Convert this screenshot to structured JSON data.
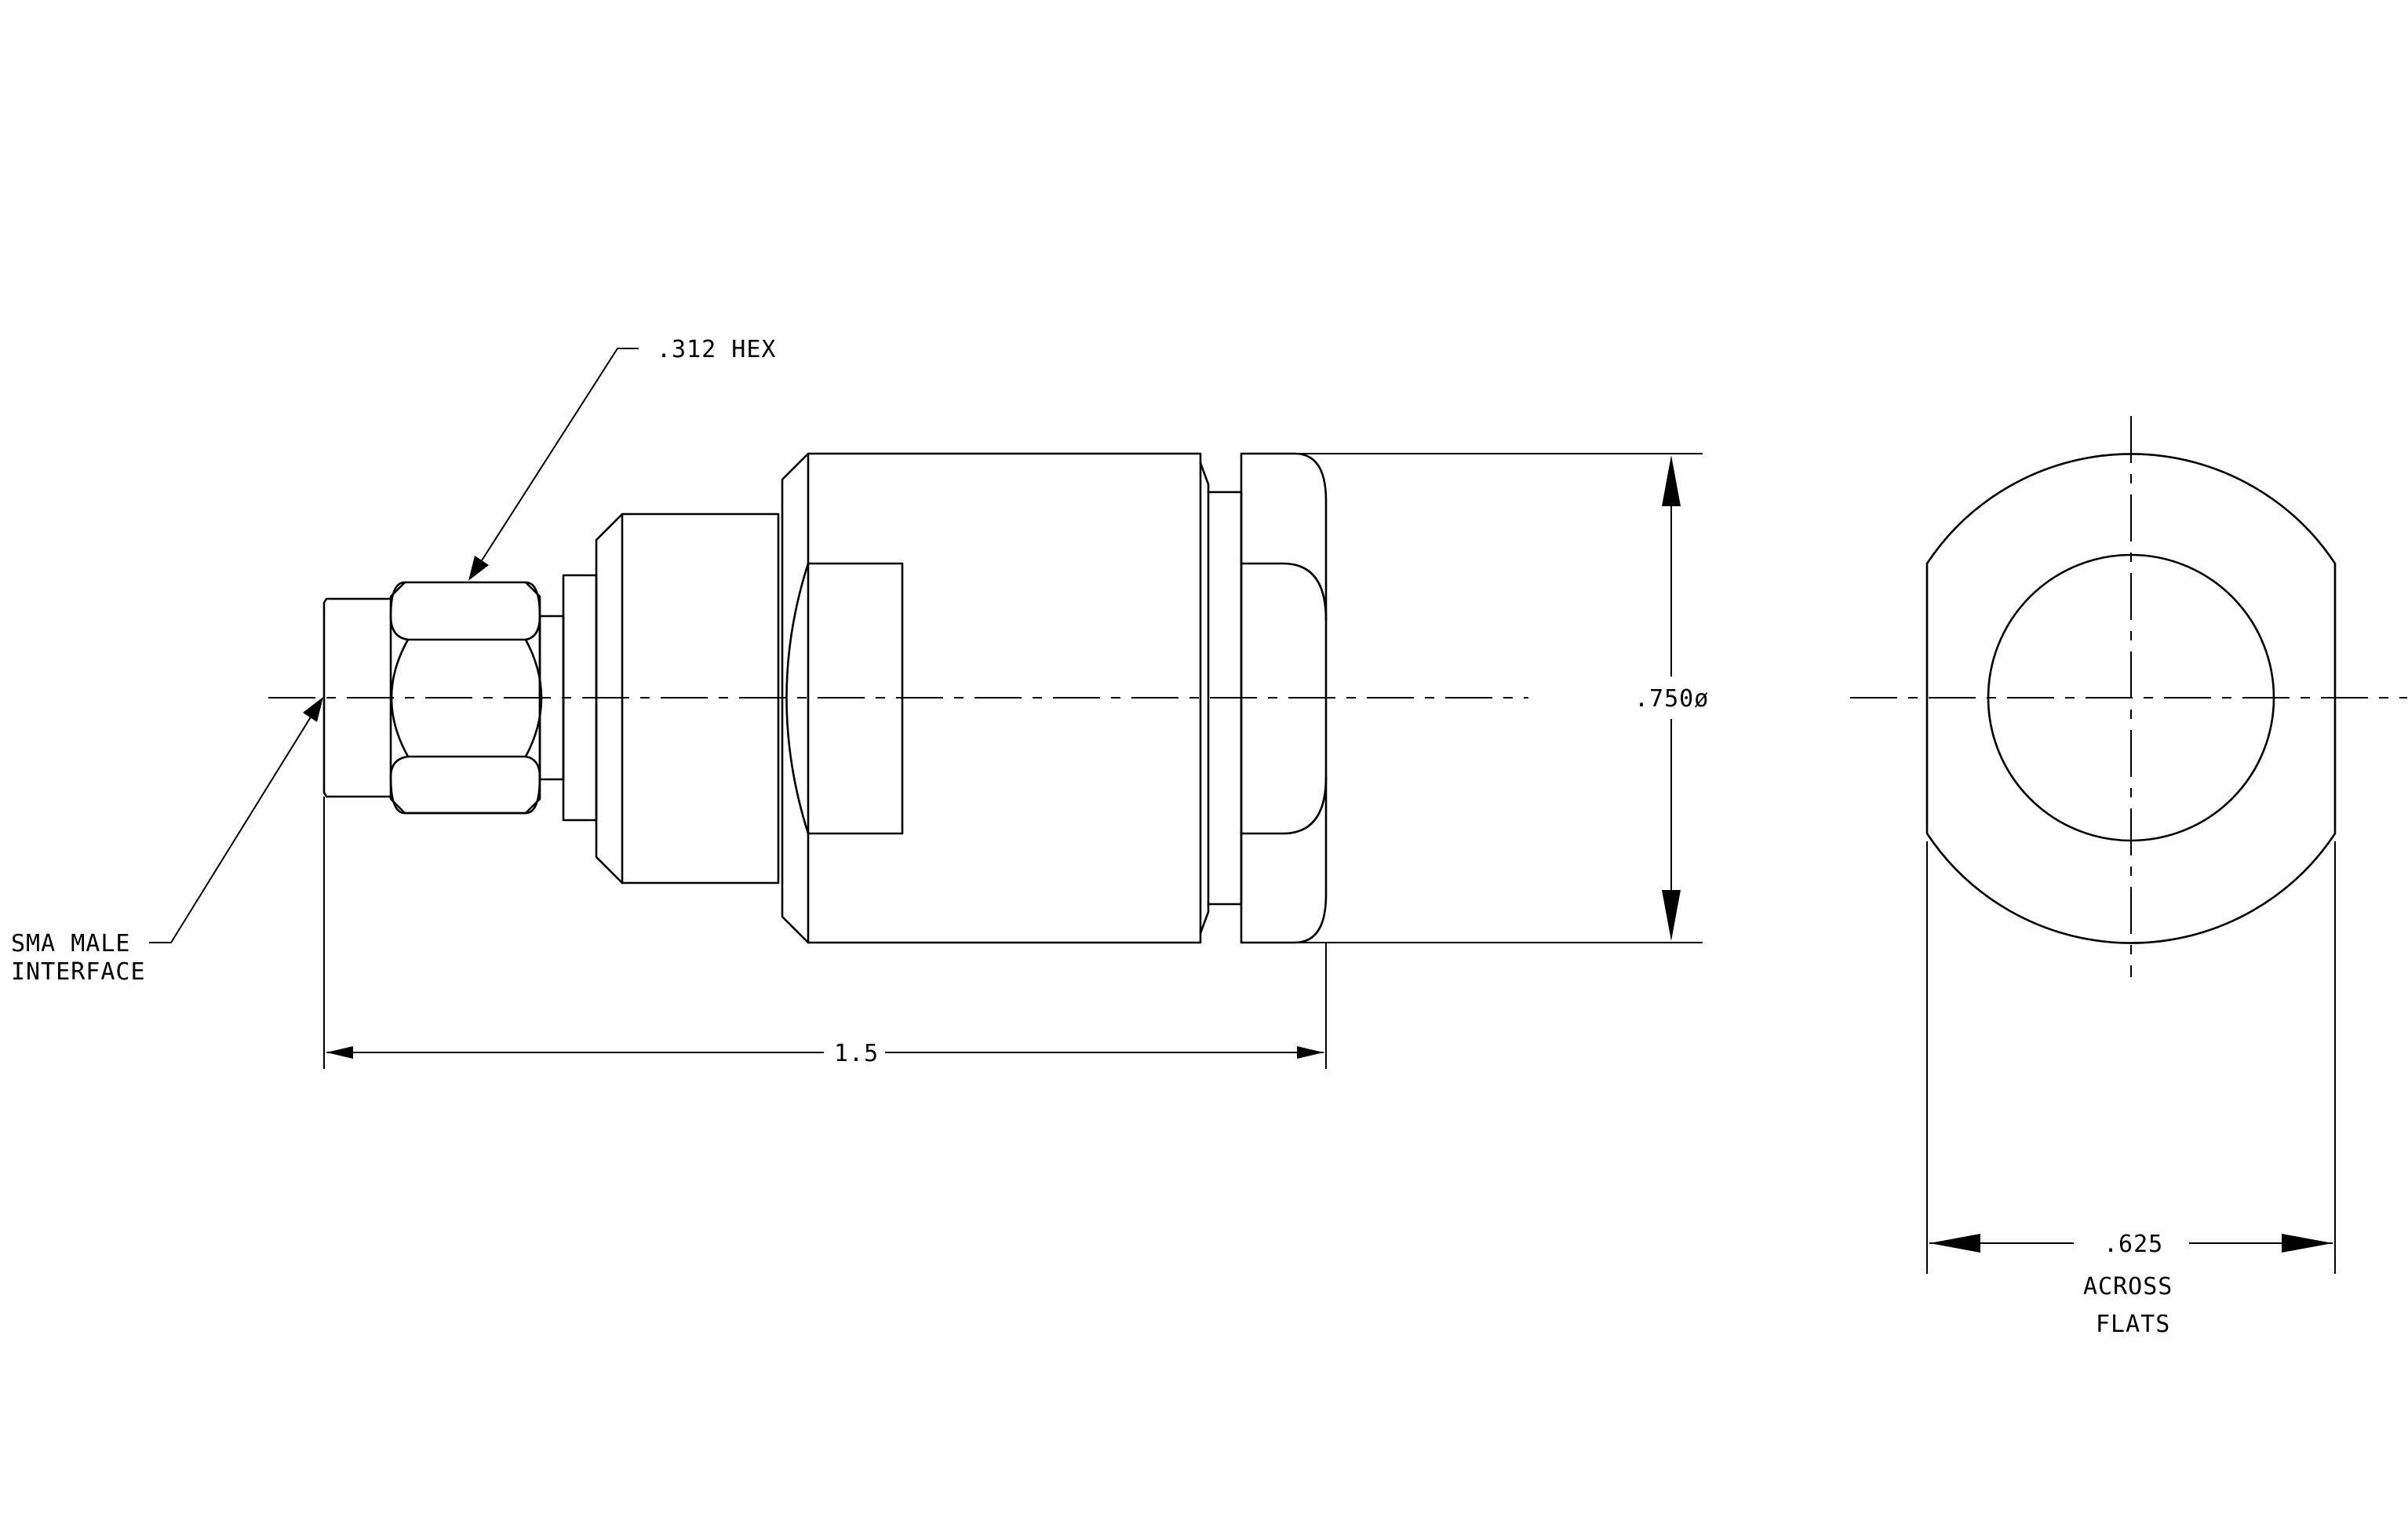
{
  "callouts": {
    "hex": ".312 HEX",
    "interface_line1": "SMA MALE",
    "interface_line2": "INTERFACE"
  },
  "dimensions": {
    "diameter": ".750ø",
    "length": "1.5",
    "flats_value": ".625",
    "flats_line1": "ACROSS",
    "flats_line2": "FLATS"
  }
}
